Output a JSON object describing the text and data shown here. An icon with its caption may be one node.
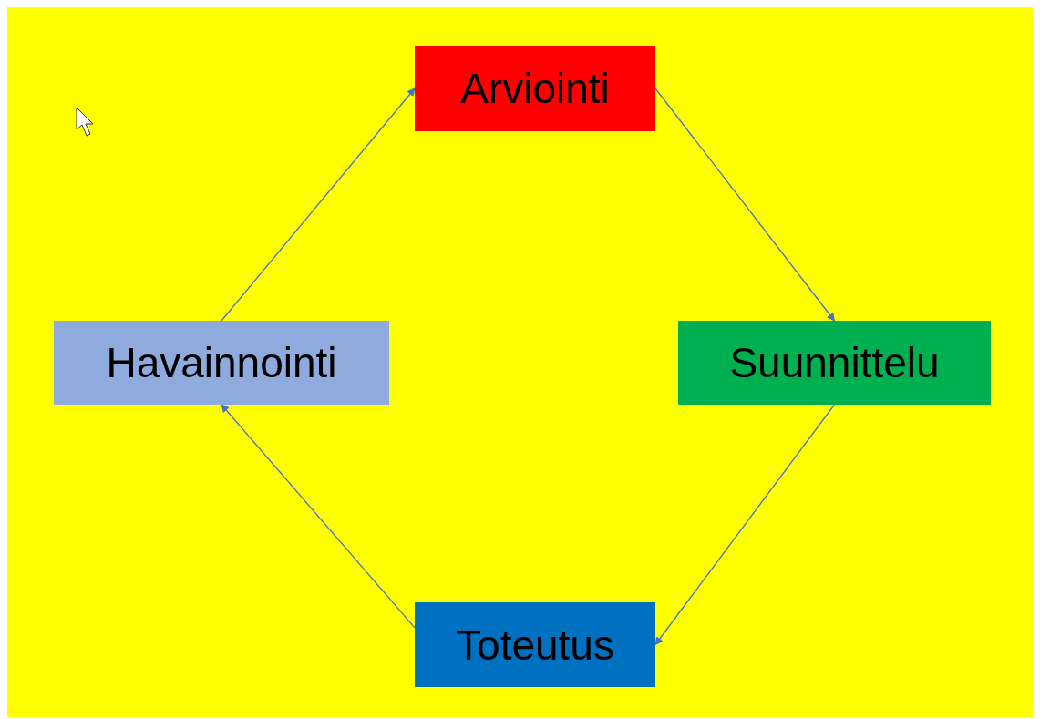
{
  "diagram": {
    "nodes": [
      {
        "text": [
          "Arviointi"
        ]
      },
      {
        "text": [
          "Suunnittelu"
        ]
      },
      {
        "text": [
          "Toteutus"
        ]
      },
      {
        "text": [
          "Havainnointi"
        ]
      }
    ],
    "edges": [
      {
        "from": 0,
        "to": 1,
        "arrow": "to"
      },
      {
        "from": 1,
        "to": 2,
        "arrow": "to"
      },
      {
        "from": 2,
        "to": 3,
        "arrow": "to"
      },
      {
        "from": 3,
        "to": 0,
        "arrow": "to"
      }
    ]
  }
}
